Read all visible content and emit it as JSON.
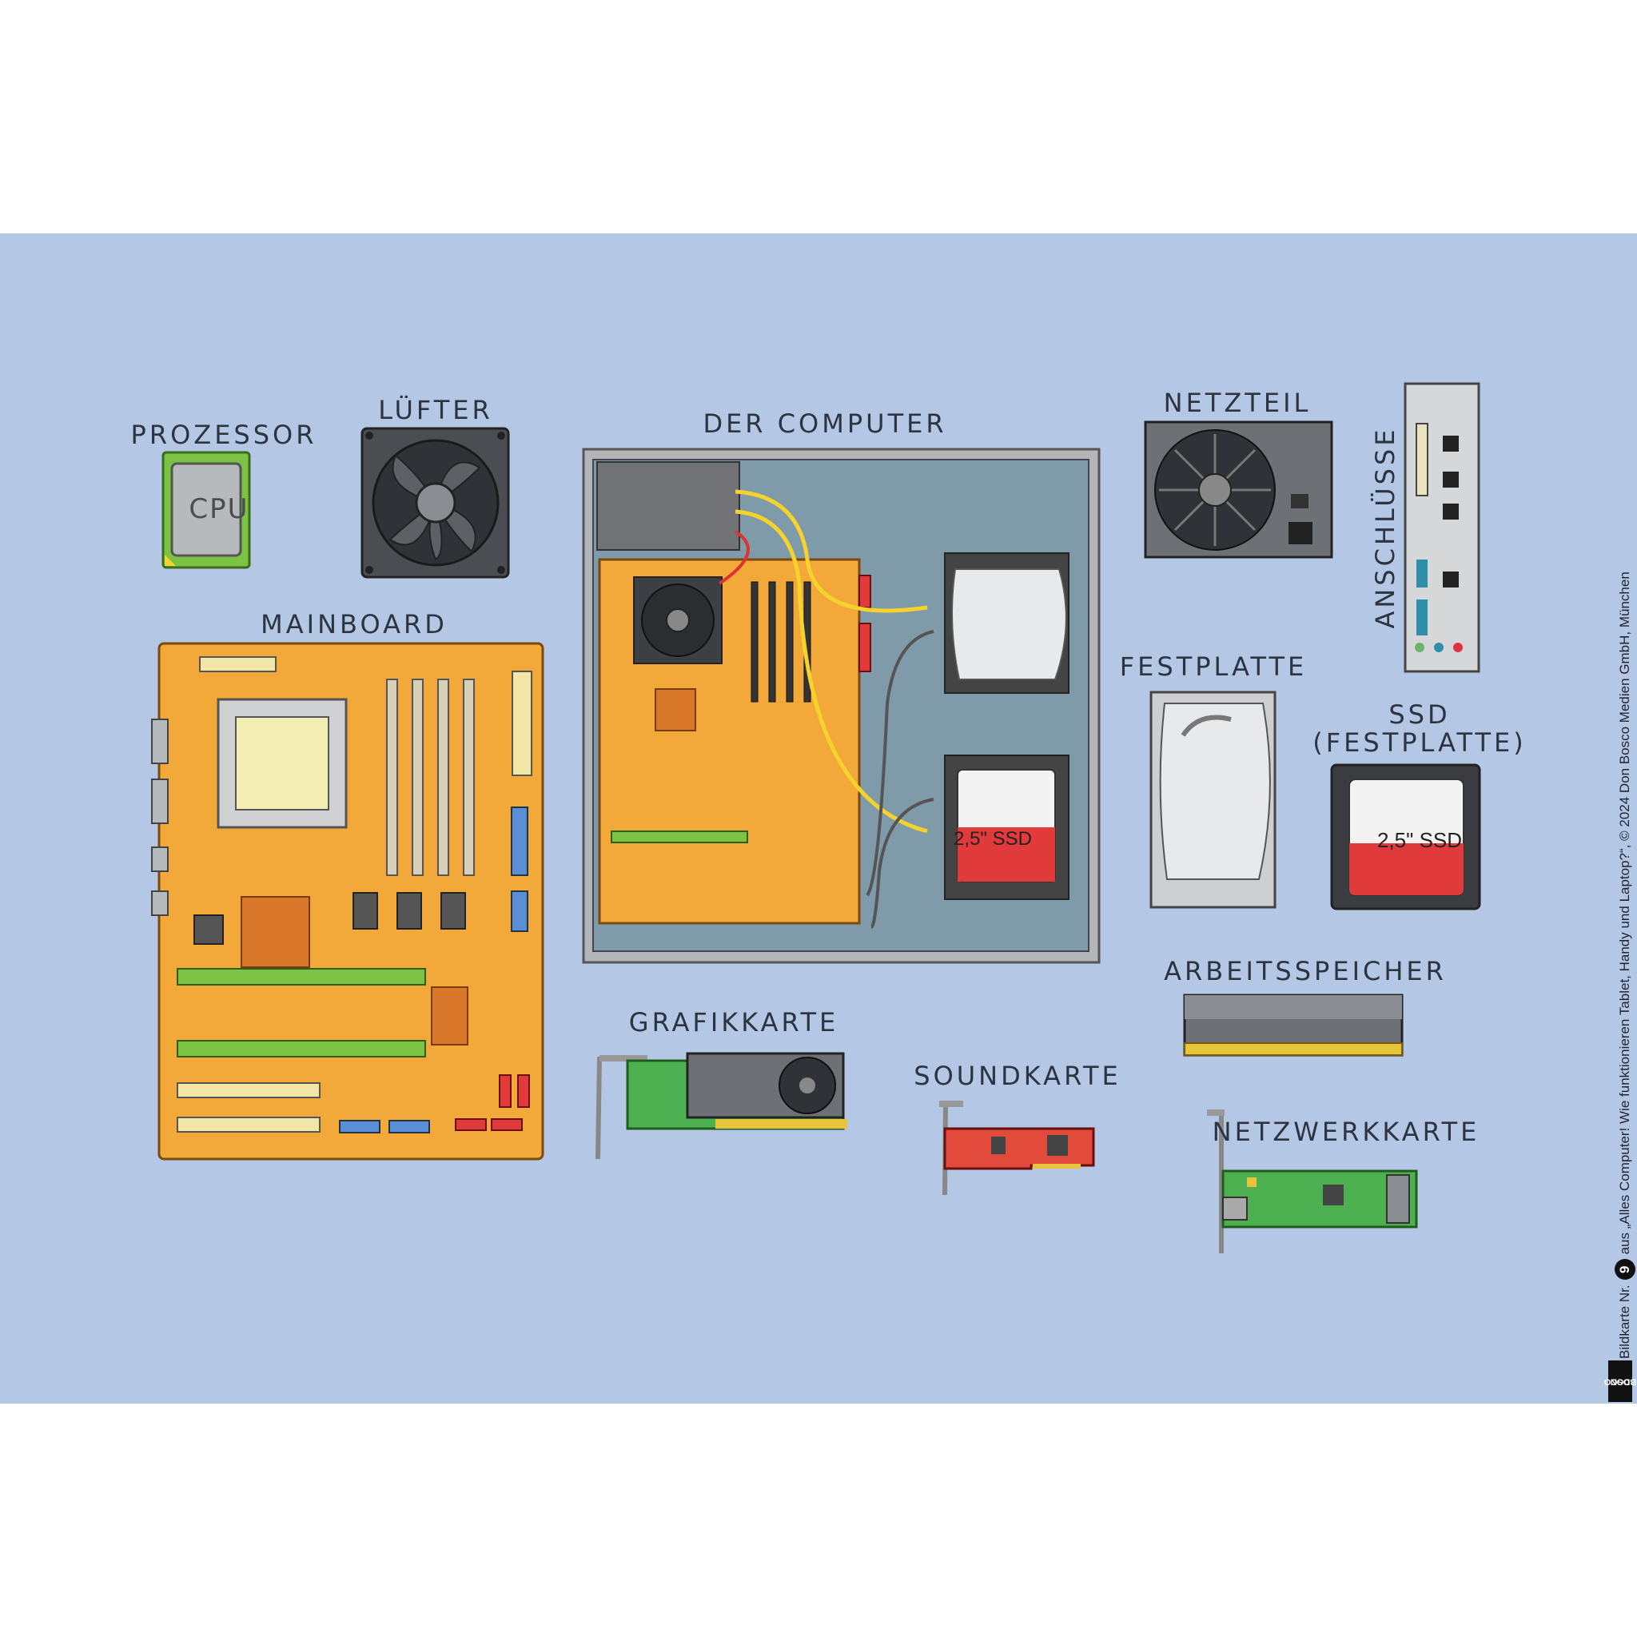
{
  "labels": {
    "prozessor": "PROZESSOR",
    "cpu": "CPU",
    "luefter": "LÜFTER",
    "der_computer": "DER COMPUTER",
    "netzteil": "NETZTEIL",
    "anschluesse": "ANSCHLÜSSE",
    "mainboard": "MAINBOARD",
    "festplatte": "FESTPLATTE",
    "ssd_line1": "SSD",
    "ssd_line2": "(FESTPLATTE)",
    "ssd_text": "2,5\" SSD",
    "arbeitsspeicher": "ARBEITSSPEICHER",
    "grafikkarte": "GRAFIKKARTE",
    "soundkarte": "SOUNDKARTE",
    "netzwerkkarte": "NETZWERKKARTE"
  },
  "footer": {
    "prefix": "Bildkarte Nr.",
    "number": "9",
    "credit": "aus „Alles Computer! Wie funktionieren Tablet, Handy und Laptop?“, © 2024 Don Bosco Medien GmbH, München",
    "logo_line1": "DON",
    "logo_line2": "BOSCO"
  },
  "colors": {
    "background": "#b4c8e6",
    "board": "#f2a93a",
    "cpu_green": "#7cc243",
    "ssd_red": "#e03a3a",
    "card_green": "#4caf50",
    "soundcard_red": "#e24a3b"
  }
}
